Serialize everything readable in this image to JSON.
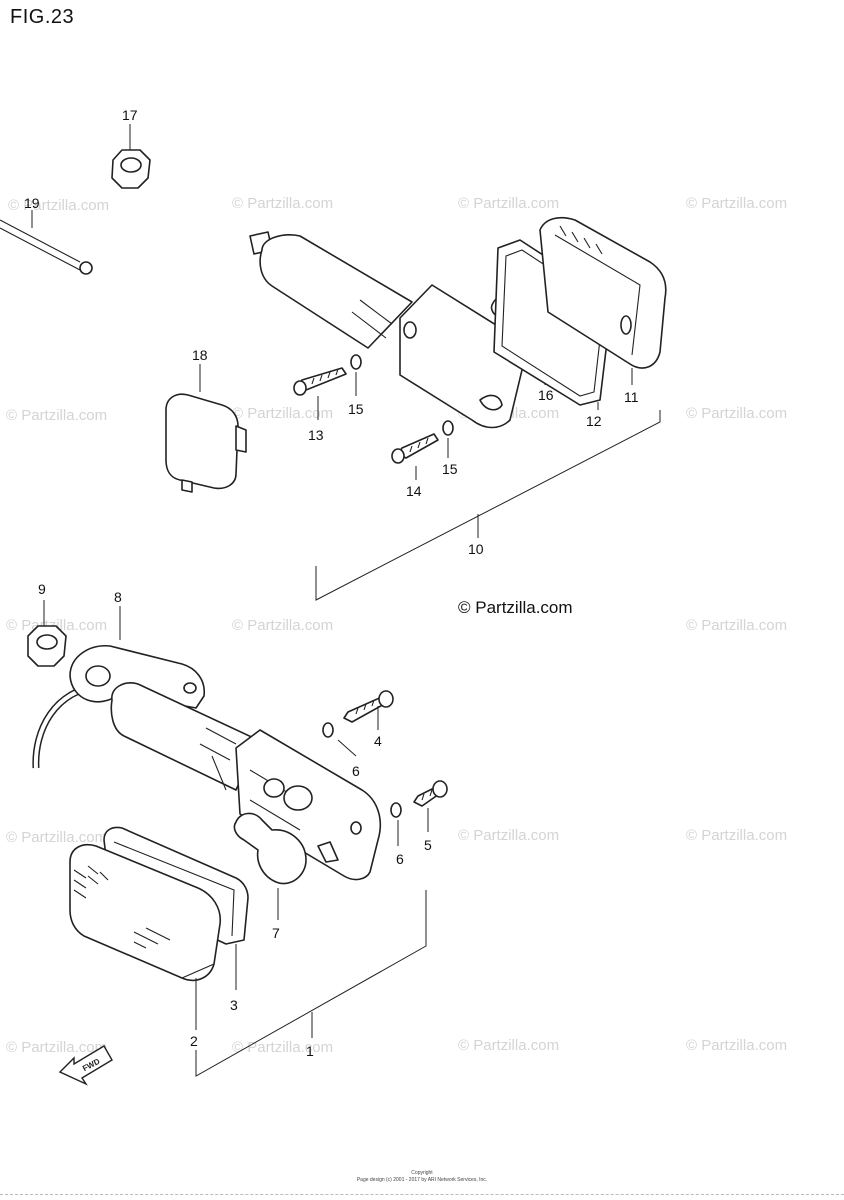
{
  "figure": {
    "title": "FIG.23"
  },
  "watermark": {
    "text": "© Partzilla.com"
  },
  "copyright_center": "© Partzilla.com",
  "footer": {
    "line1": "Copyright",
    "line2": "Page design (c) 2001 - 2017 by ARI Network Services, Inc."
  },
  "direction_badge": {
    "text": "FWD",
    "icon": "arrow-left-icon"
  },
  "callouts": [
    "1",
    "2",
    "3",
    "4",
    "5",
    "6",
    "6",
    "7",
    "8",
    "9",
    "10",
    "11",
    "12",
    "13",
    "14",
    "15",
    "15",
    "16",
    "17",
    "18",
    "19"
  ]
}
